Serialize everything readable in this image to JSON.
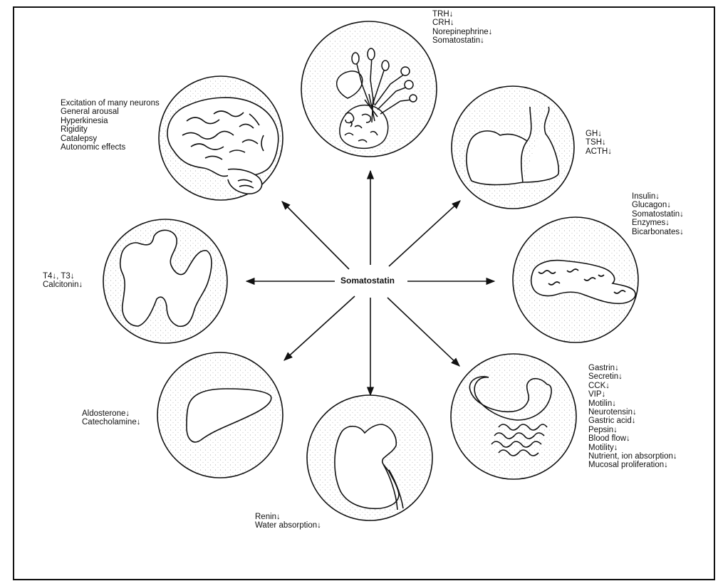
{
  "center": "Somatostatin",
  "groups": {
    "hypothalamus": [
      "TRH↓",
      "CRH↓",
      "Norepinephrine↓",
      "Somatostatin↓"
    ],
    "brain": [
      "Excitation of many neurons",
      "General arousal",
      "Hyperkinesia",
      "Rigidity",
      "Catalepsy",
      "Autonomic effects"
    ],
    "pituitary": [
      "GH↓",
      "TSH↓",
      "ACTH↓"
    ],
    "pancreas": [
      "Insulin↓",
      "Glucagon↓",
      "Somatostatin↓",
      "Enzymes↓",
      "Bicarbonates↓"
    ],
    "thyroid": [
      "T4↓, T3↓",
      "Calcitonin↓"
    ],
    "adrenal": [
      "Aldosterone↓",
      "Catecholamine↓"
    ],
    "kidney": [
      "Renin↓",
      "Water absorption↓"
    ],
    "gut": [
      "Gastrin↓",
      "Secretin↓",
      "CCK↓",
      "VIP↓",
      "Motilin↓",
      "Neurotensin↓",
      "Gastric acid↓",
      "Pepsin↓",
      "Blood flow↓",
      "Motility↓",
      "Nutrient, ion absorption↓",
      "Mucosal proliferation↓"
    ]
  }
}
